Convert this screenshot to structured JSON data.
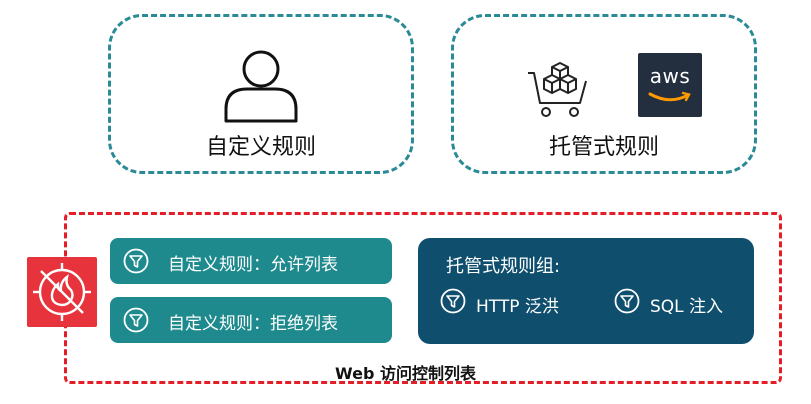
{
  "custom_rules_card": {
    "label": "自定义规则",
    "icon": "user-icon"
  },
  "managed_rules_card": {
    "label": "托管式规则",
    "icons": [
      "marketplace-cart-icon",
      "aws-logo"
    ],
    "aws_logo_text": "aws"
  },
  "web_acl": {
    "caption": "Web 访问控制列表",
    "icon": "waf-firewall-icon",
    "rules": [
      {
        "label": "自定义规则：允许列表",
        "icon": "filter-icon"
      },
      {
        "label": "自定义规则：拒绝列表",
        "icon": "filter-icon"
      }
    ],
    "managed_group": {
      "title": "托管式规则组:",
      "items": [
        {
          "label": "HTTP 泛洪",
          "icon": "filter-icon"
        },
        {
          "label": "SQL 注入",
          "icon": "filter-icon"
        }
      ]
    }
  },
  "colors": {
    "teal_border": "#2a8a96",
    "red_border": "#e41e26",
    "rule_pill": "#1e8a8e",
    "managed_group": "#0f4e6d",
    "aws_logo_bg": "#232f3e",
    "aws_smile": "#ff9900",
    "waf_icon_bg": "#e7333b"
  }
}
